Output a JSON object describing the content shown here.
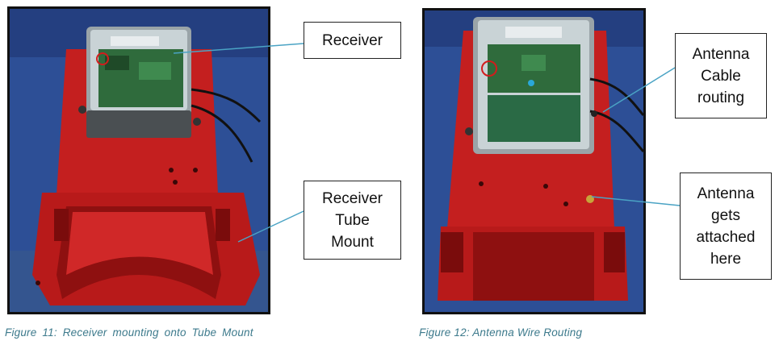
{
  "figures": [
    {
      "caption": "Figure 11: Receiver mounting onto Tube Mount",
      "callouts": [
        "Receiver",
        "Receiver\nTube\nMount"
      ]
    },
    {
      "caption": "Figure 12: Antenna Wire Routing",
      "callouts": [
        "Antenna\nCable\nrouting",
        "Antenna\ngets\nattached\nhere"
      ]
    }
  ],
  "colors": {
    "mount_red": "#c41f1f",
    "background_blue": "#2d4f96",
    "callout_line": "#4aa3c4",
    "caption": "#3d7a8c"
  }
}
